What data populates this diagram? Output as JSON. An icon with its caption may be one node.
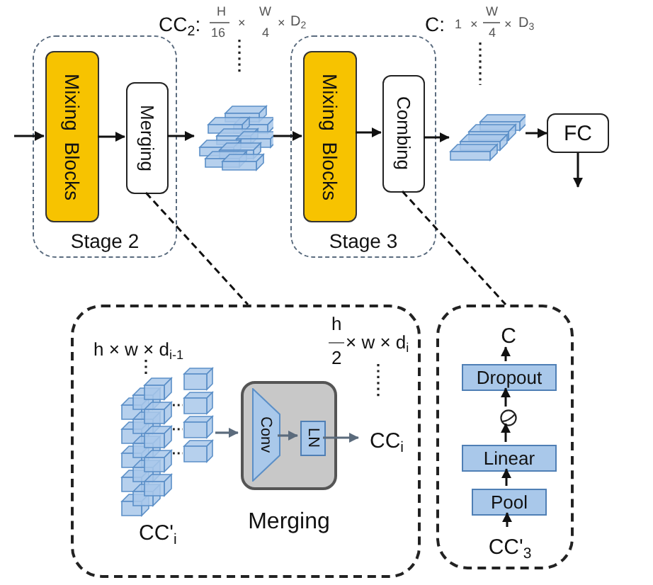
{
  "diagram": {
    "nodes": [
      {
        "text": [
          "Stage 2"
        ]
      },
      {
        "text": [
          "Mixing  Blocks"
        ],
        "in": 0
      },
      {
        "text": [
          "Merging"
        ],
        "in": 0
      },
      {
        "text": [],
        "shape": "picture",
        "beside": [
          "CC$_{2}$:",
          "H",
          "16",
          "×",
          "W",
          "4",
          "×",
          "D$_{2}$"
        ]
      },
      {
        "text": [
          "Stage 3"
        ]
      },
      {
        "text": [
          "Mixing  Blocks"
        ],
        "in": 4
      },
      {
        "text": [
          "Combing"
        ],
        "in": 4
      },
      {
        "text": [],
        "shape": "picture",
        "beside": [
          "C:",
          "1",
          "×",
          "W",
          "4",
          "×",
          "D$_{3}$"
        ]
      },
      {
        "text": [
          "FC"
        ]
      },
      {
        "text": [],
        "shape": "box"
      },
      {
        "text": [],
        "shape": "picture",
        "in": 9,
        "beside": [
          "h × w × d$_{i-1}$",
          "CC'$_{i}$"
        ]
      },
      {
        "text": [
          "Merging"
        ],
        "in": 9
      },
      {
        "text": [
          "Conv"
        ],
        "in": 11
      },
      {
        "text": [
          "LN"
        ],
        "in": 11
      },
      {
        "text": [
          "CC$_{i}$"
        ],
        "in": 9,
        "beside": [
          "h",
          "2",
          "× w × d$_{i}$"
        ]
      },
      {
        "text": [],
        "shape": "box"
      },
      {
        "text": [
          "C"
        ],
        "in": 15
      },
      {
        "text": [
          "Dropout"
        ],
        "in": 15
      },
      {
        "text": [],
        "shape": "circle",
        "in": 15
      },
      {
        "text": [
          "Linear"
        ],
        "in": 15
      },
      {
        "text": [
          "Pool"
        ],
        "in": 15
      },
      {
        "text": [
          "CC'$_{3}$"
        ],
        "in": 15
      }
    ],
    "edges": [
      {
        "from": null,
        "to": 1,
        "arrow": "to"
      },
      {
        "from": 1,
        "to": 2,
        "arrow": "to"
      },
      {
        "from": 2,
        "to": 3,
        "arrow": "to"
      },
      {
        "from": 3,
        "to": 5,
        "arrow": "to"
      },
      {
        "from": 5,
        "to": 6,
        "arrow": "to"
      },
      {
        "from": 6,
        "to": 7,
        "arrow": "to"
      },
      {
        "from": 7,
        "to": 8,
        "arrow": "to"
      },
      {
        "from": 8,
        "to": null,
        "arrow": "to"
      },
      {
        "from": 2,
        "to": 9,
        "arrow": "none",
        "style": "dashed"
      },
      {
        "from": 6,
        "to": 15,
        "arrow": "none",
        "style": "dashed"
      },
      {
        "from": 10,
        "to": 11,
        "arrow": "to",
        "color": "#5b6b7c"
      },
      {
        "from": 12,
        "to": 13,
        "arrow": "to",
        "color": "#5b6b7c"
      },
      {
        "from": 13,
        "to": 14,
        "arrow": "to",
        "color": "#5b6b7c"
      },
      {
        "from": 21,
        "to": 20,
        "arrow": "to"
      },
      {
        "from": 20,
        "to": 19,
        "arrow": "to"
      },
      {
        "from": 19,
        "to": 18,
        "arrow": "to"
      },
      {
        "from": 18,
        "to": 17,
        "arrow": "to"
      },
      {
        "from": 17,
        "to": 16,
        "arrow": "to"
      }
    ]
  }
}
